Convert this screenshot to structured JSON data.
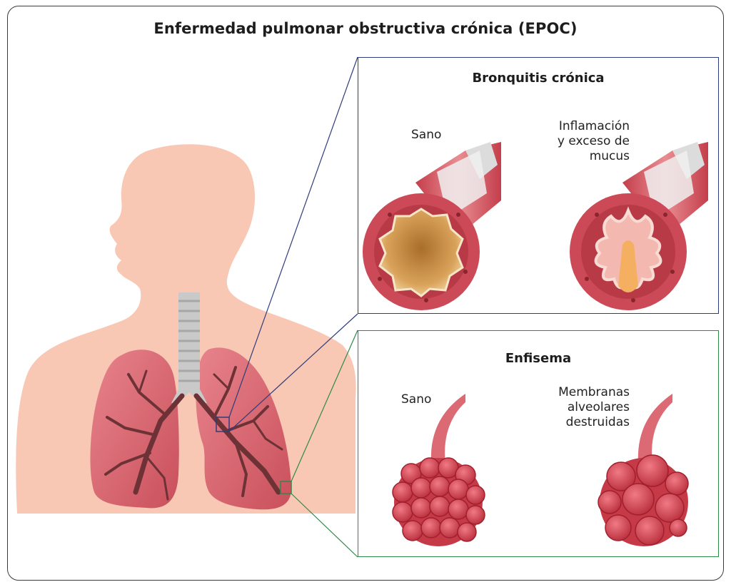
{
  "title": "Enfermedad pulmonar obstructiva crónica (EPOC)",
  "bronquitis": {
    "title": "Bronquitis crónica",
    "healthy_label": "Sano",
    "sick_label_lines": [
      "Inflamación",
      "y exceso de",
      "mucus"
    ]
  },
  "enfisema": {
    "title": "Enfisema",
    "healthy_label": "Sano",
    "sick_label_lines": [
      "Membranas",
      "alveolares",
      "destruidas"
    ]
  },
  "colors": {
    "skin": "#f8c8b5",
    "lung": "#d9646e",
    "bronchi": "#6d3236",
    "trachea": "#c9c9c9",
    "bronquitis_border": "#2f3d7c",
    "enfisema_border": "#2e8a4a"
  }
}
